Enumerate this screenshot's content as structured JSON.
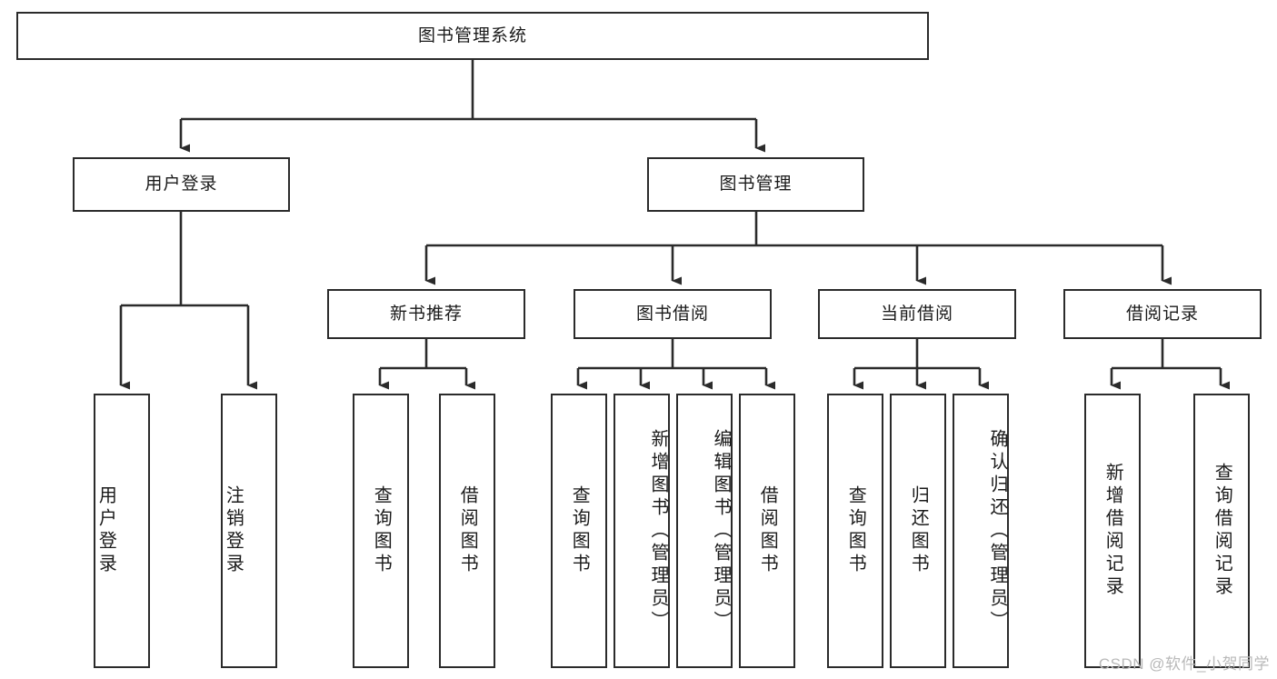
{
  "diagram": {
    "title": "图书管理系统",
    "type": "hierarchy-tree",
    "root": {
      "label": "图书管理系统"
    },
    "level1": [
      {
        "key": "user_login",
        "label": "用户登录"
      },
      {
        "key": "book_manage",
        "label": "图书管理"
      }
    ],
    "level2": [
      {
        "key": "new_book_rec",
        "label": "新书推荐"
      },
      {
        "key": "book_borrow",
        "label": "图书借阅"
      },
      {
        "key": "current_borrow",
        "label": "当前借阅"
      },
      {
        "key": "borrow_record",
        "label": "借阅记录"
      }
    ],
    "leaves": {
      "user_login": [
        {
          "label": "用户登录"
        },
        {
          "label": "注销登录"
        }
      ],
      "new_book_rec": [
        {
          "label": "查询图书"
        },
        {
          "label": "借阅图书"
        }
      ],
      "book_borrow": [
        {
          "label": "查询图书"
        },
        {
          "label": "新增图书（管理员）"
        },
        {
          "label": "编辑图书（管理员）"
        },
        {
          "label": "借阅图书"
        }
      ],
      "current_borrow": [
        {
          "label": "查询图书"
        },
        {
          "label": "归还图书"
        },
        {
          "label": "确认归还（管理员）"
        }
      ],
      "borrow_record": [
        {
          "label": "新增借阅记录"
        },
        {
          "label": "查询借阅记录"
        }
      ]
    }
  },
  "watermark": {
    "text": "CSDN @软件_小贺同学"
  },
  "colors": {
    "stroke": "#2b2b2b",
    "fill": "#ffffff",
    "text": "#1a1a1a",
    "watermark": "#b9b9b9"
  }
}
